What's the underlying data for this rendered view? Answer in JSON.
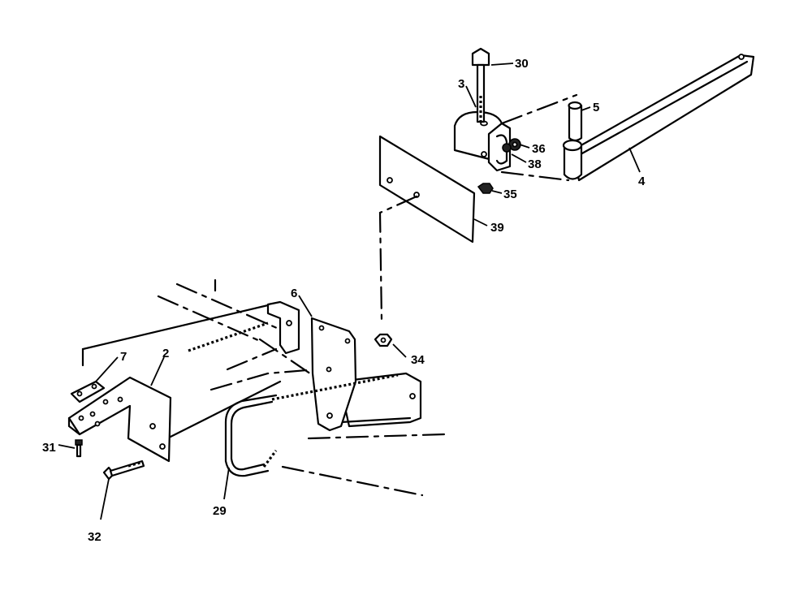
{
  "callouts": {
    "c2": "2",
    "c3": "3",
    "c4": "4",
    "c5": "5",
    "c6": "6",
    "c7": "7",
    "c29": "29",
    "c30": "30",
    "c31": "31",
    "c32": "32",
    "c34": "34",
    "c35": "35",
    "c36": "36",
    "c38": "38",
    "c39": "39"
  }
}
